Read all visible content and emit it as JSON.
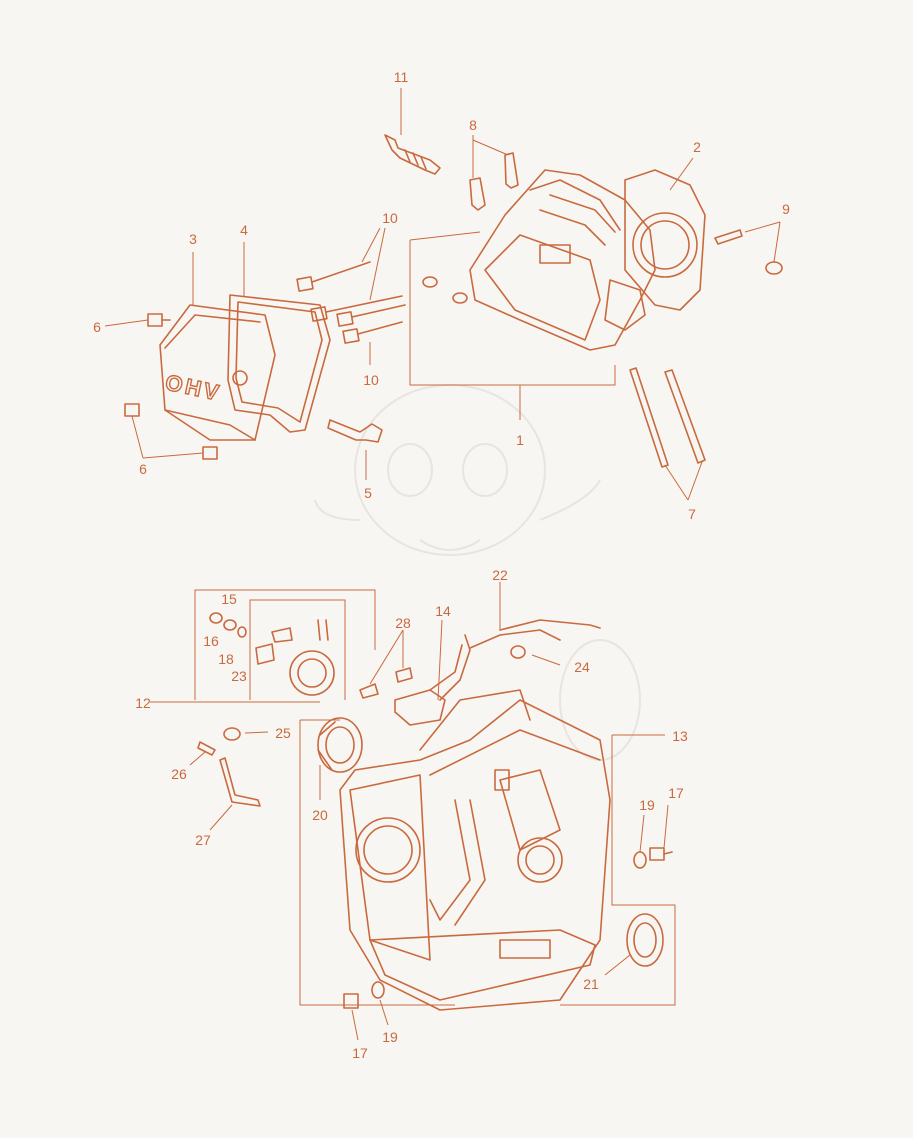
{
  "colors": {
    "ink": "#c96a3e",
    "background": "#f8f6f3"
  },
  "cover_text": "OHV",
  "labels": {
    "l1": "1",
    "l2": "2",
    "l3": "3",
    "l4": "4",
    "l5": "5",
    "l6a": "6",
    "l6b": "6",
    "l7": "7",
    "l8": "8",
    "l9": "9",
    "l10a": "10",
    "l10b": "10",
    "l11": "11",
    "l12": "12",
    "l13": "13",
    "l14": "14",
    "l15": "15",
    "l16": "16",
    "l17a": "17",
    "l17b": "17",
    "l18": "18",
    "l19a": "19",
    "l19b": "19",
    "l20": "20",
    "l21": "21",
    "l22": "22",
    "l23": "23",
    "l24": "24",
    "l25": "25",
    "l26": "26",
    "l27": "27",
    "l28": "28"
  }
}
